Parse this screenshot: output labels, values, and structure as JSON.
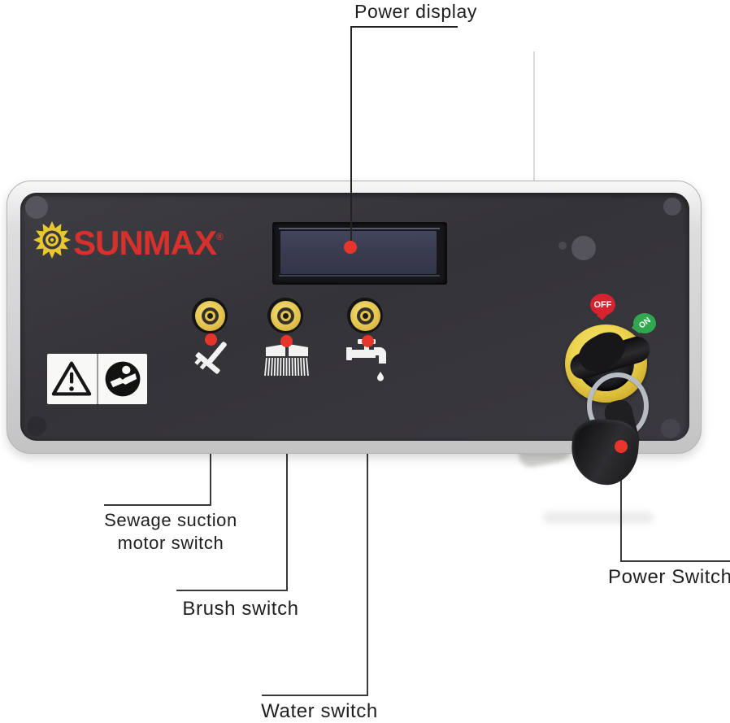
{
  "labels": {
    "power_display": "Power display",
    "sewage_line1": "Sewage suction",
    "sewage_line2": "motor switch",
    "brush": "Brush switch",
    "water": "Water switch",
    "power_switch": "Power Switch"
  },
  "panel": {
    "brand_name": "SUNMAX",
    "brand_mark": "®",
    "key_switch": {
      "off_label": "OFF",
      "on_label": "ON"
    }
  },
  "icons": {
    "logo": "sun-logo-icon",
    "switch_1": "squeegee-icon",
    "switch_2": "brush-icon",
    "switch_3": "water-tap-icon",
    "warning_left": "warning-triangle-icon",
    "warning_right": "read-manual-icon"
  },
  "colors": {
    "background": "#ffffff",
    "panel_face": "#38373d",
    "panel_frame": "#d9d9d9",
    "brand_red": "#d7312e",
    "sun_yellow": "#e7c832",
    "switch_yellow": "#e3c44f",
    "marker_red": "#e8352b",
    "lcd_screen": "#3a3e50",
    "off_badge": "#d6232f",
    "on_badge": "#2fa84f",
    "icon_white": "#f2f2f2",
    "callout_line": "#3a3a3a"
  }
}
